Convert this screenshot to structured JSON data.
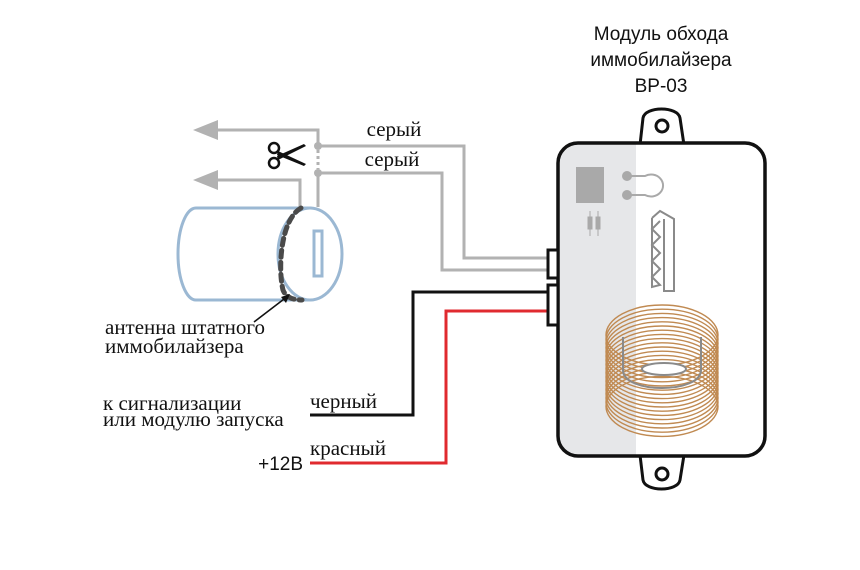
{
  "title": {
    "line1": "Модуль обхода",
    "line2": "иммобилайзера",
    "line3": "BP-03"
  },
  "wires": [
    {
      "id": "grey-1",
      "label": "серый",
      "color": "#b2b2b2"
    },
    {
      "id": "grey-2",
      "label": "серый",
      "color": "#b2b2b2"
    },
    {
      "id": "black",
      "label": "черный",
      "color": "#111111"
    },
    {
      "id": "red",
      "label": "красный",
      "color": "#e02a2f"
    }
  ],
  "labels": {
    "antenna_line1": "антенна штатного",
    "antenna_line2": "иммобилайзера",
    "alarm_line1": "к сигнализации",
    "alarm_line2": "или модулю запуска",
    "power": "+12В"
  },
  "icons": {
    "scissors": "✂"
  },
  "colors": {
    "module_outline": "#111111",
    "module_shade": "#e6e7e9",
    "coil": "#c08a52",
    "lock_cylinder": "#9bb8d3",
    "antenna_dash": "#4a4a4a",
    "key": "#8a8a8a",
    "chip": "#a9a9a9"
  }
}
